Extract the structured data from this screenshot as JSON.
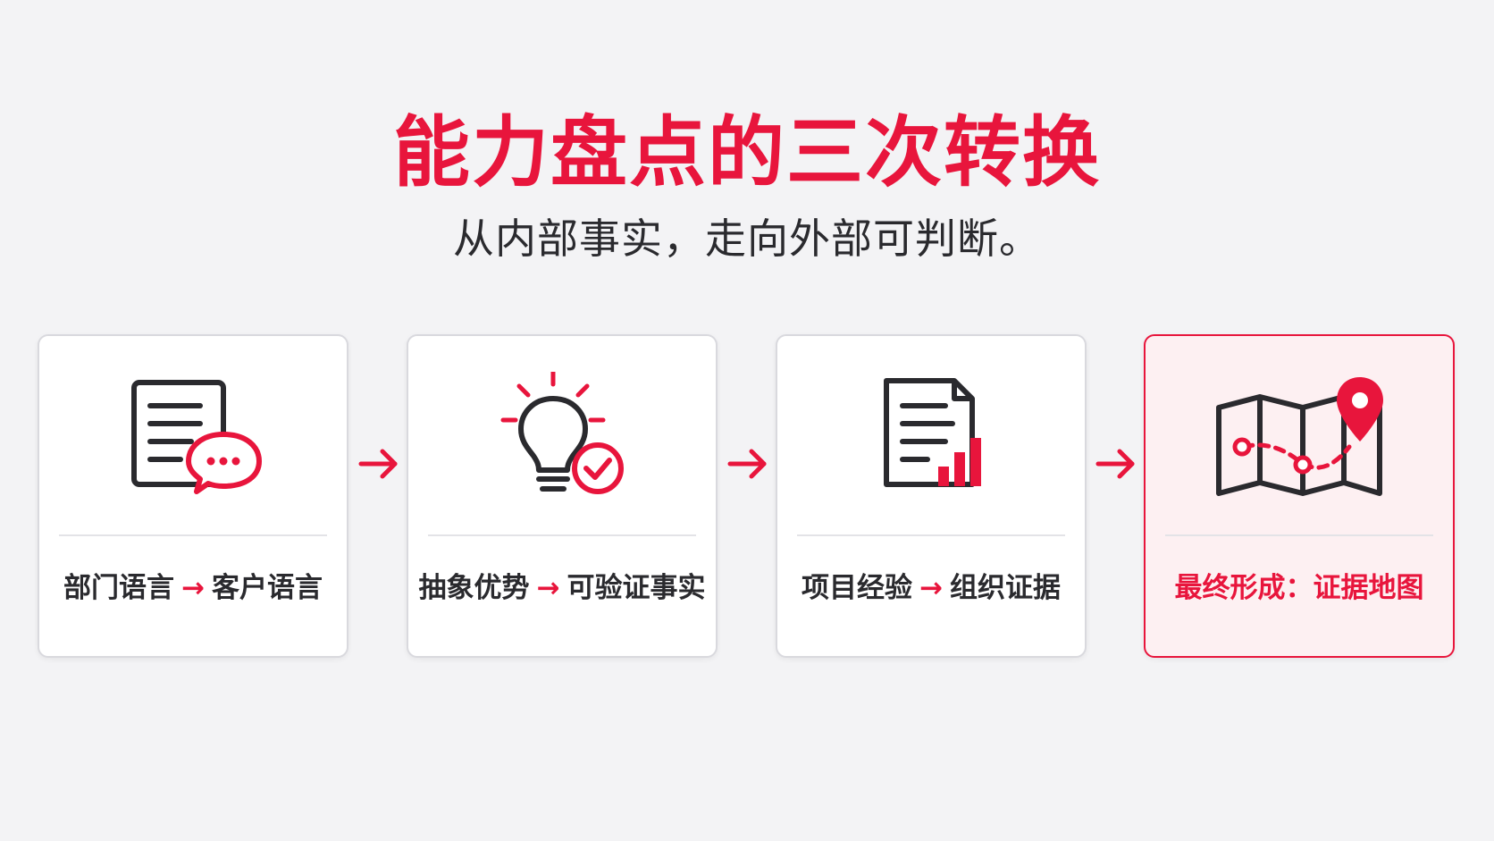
{
  "header": {
    "title": "能力盘点的三次转换",
    "subtitle": "从内部事实，走向外部可判断。"
  },
  "steps": [
    {
      "icon": "document-chat-icon",
      "from": "部门语言",
      "arrow": "→",
      "to": "客户语言"
    },
    {
      "icon": "lightbulb-check-icon",
      "from": "抽象优势",
      "arrow": "→",
      "to": "可验证事实"
    },
    {
      "icon": "document-chart-icon",
      "from": "项目经验",
      "arrow": "→",
      "to": "组织证据"
    },
    {
      "icon": "map-pin-icon",
      "label": "最终形成：证据地图"
    }
  ],
  "colors": {
    "accent": "#e8153c",
    "ink": "#2a2a2e",
    "background": "#f3f3f5"
  }
}
